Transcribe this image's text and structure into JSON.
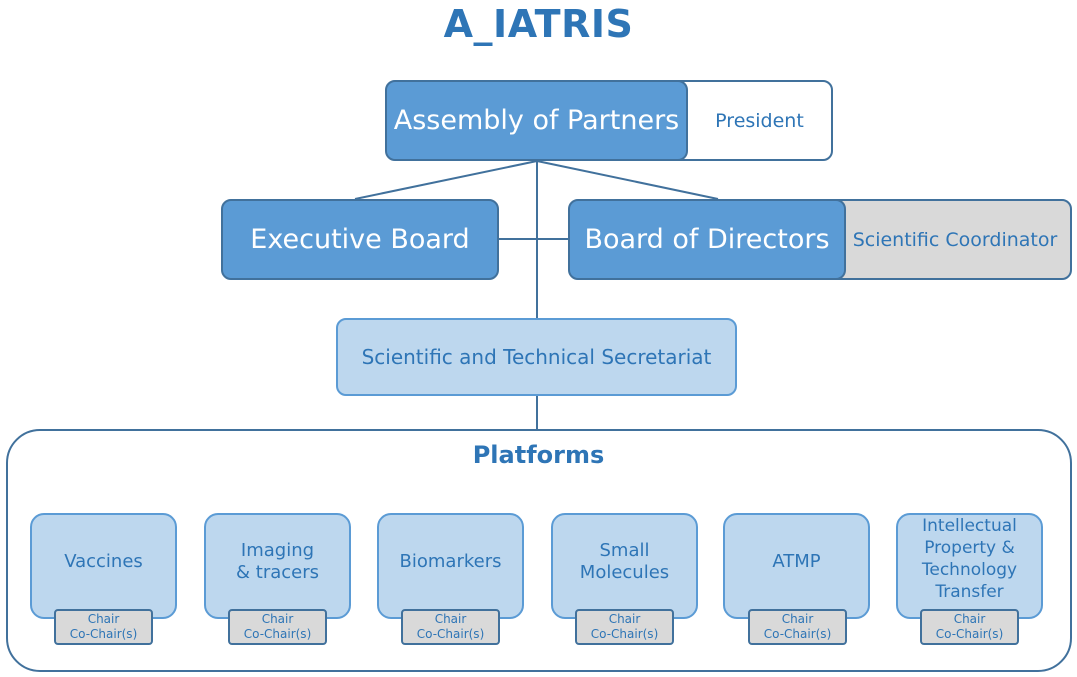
{
  "title": "A_IATRIS",
  "assembly": {
    "label": "Assembly of Partners",
    "role": "President"
  },
  "executive": {
    "label": "Executive Board"
  },
  "directors": {
    "label": "Board of Directors",
    "role": "Scientific Coordinator"
  },
  "secretariat": {
    "label": "Scientific and Technical Secretariat"
  },
  "platforms": {
    "label": "Platforms",
    "items": [
      {
        "name": "Vaccines",
        "chair": "Chair",
        "cochair": "Co-Chair(s)"
      },
      {
        "name": "Imaging\n& tracers",
        "chair": "Chair",
        "cochair": "Co-Chair(s)"
      },
      {
        "name": "Biomarkers",
        "chair": "Chair",
        "cochair": "Co-Chair(s)"
      },
      {
        "name": "Small\nMolecules",
        "chair": "Chair",
        "cochair": "Co-Chair(s)"
      },
      {
        "name": "ATMP",
        "chair": "Chair",
        "cochair": "Co-Chair(s)"
      },
      {
        "name": "Intellectual\nProperty &\nTechnology\nTransfer",
        "chair": "Chair",
        "cochair": "Co-Chair(s)"
      }
    ]
  },
  "colors": {
    "dark_box": "#5b9bd5",
    "light_box": "#bdd7ee",
    "grey_box": "#d9d9d9",
    "text_blue": "#2e75b6",
    "line": "#41719c"
  }
}
